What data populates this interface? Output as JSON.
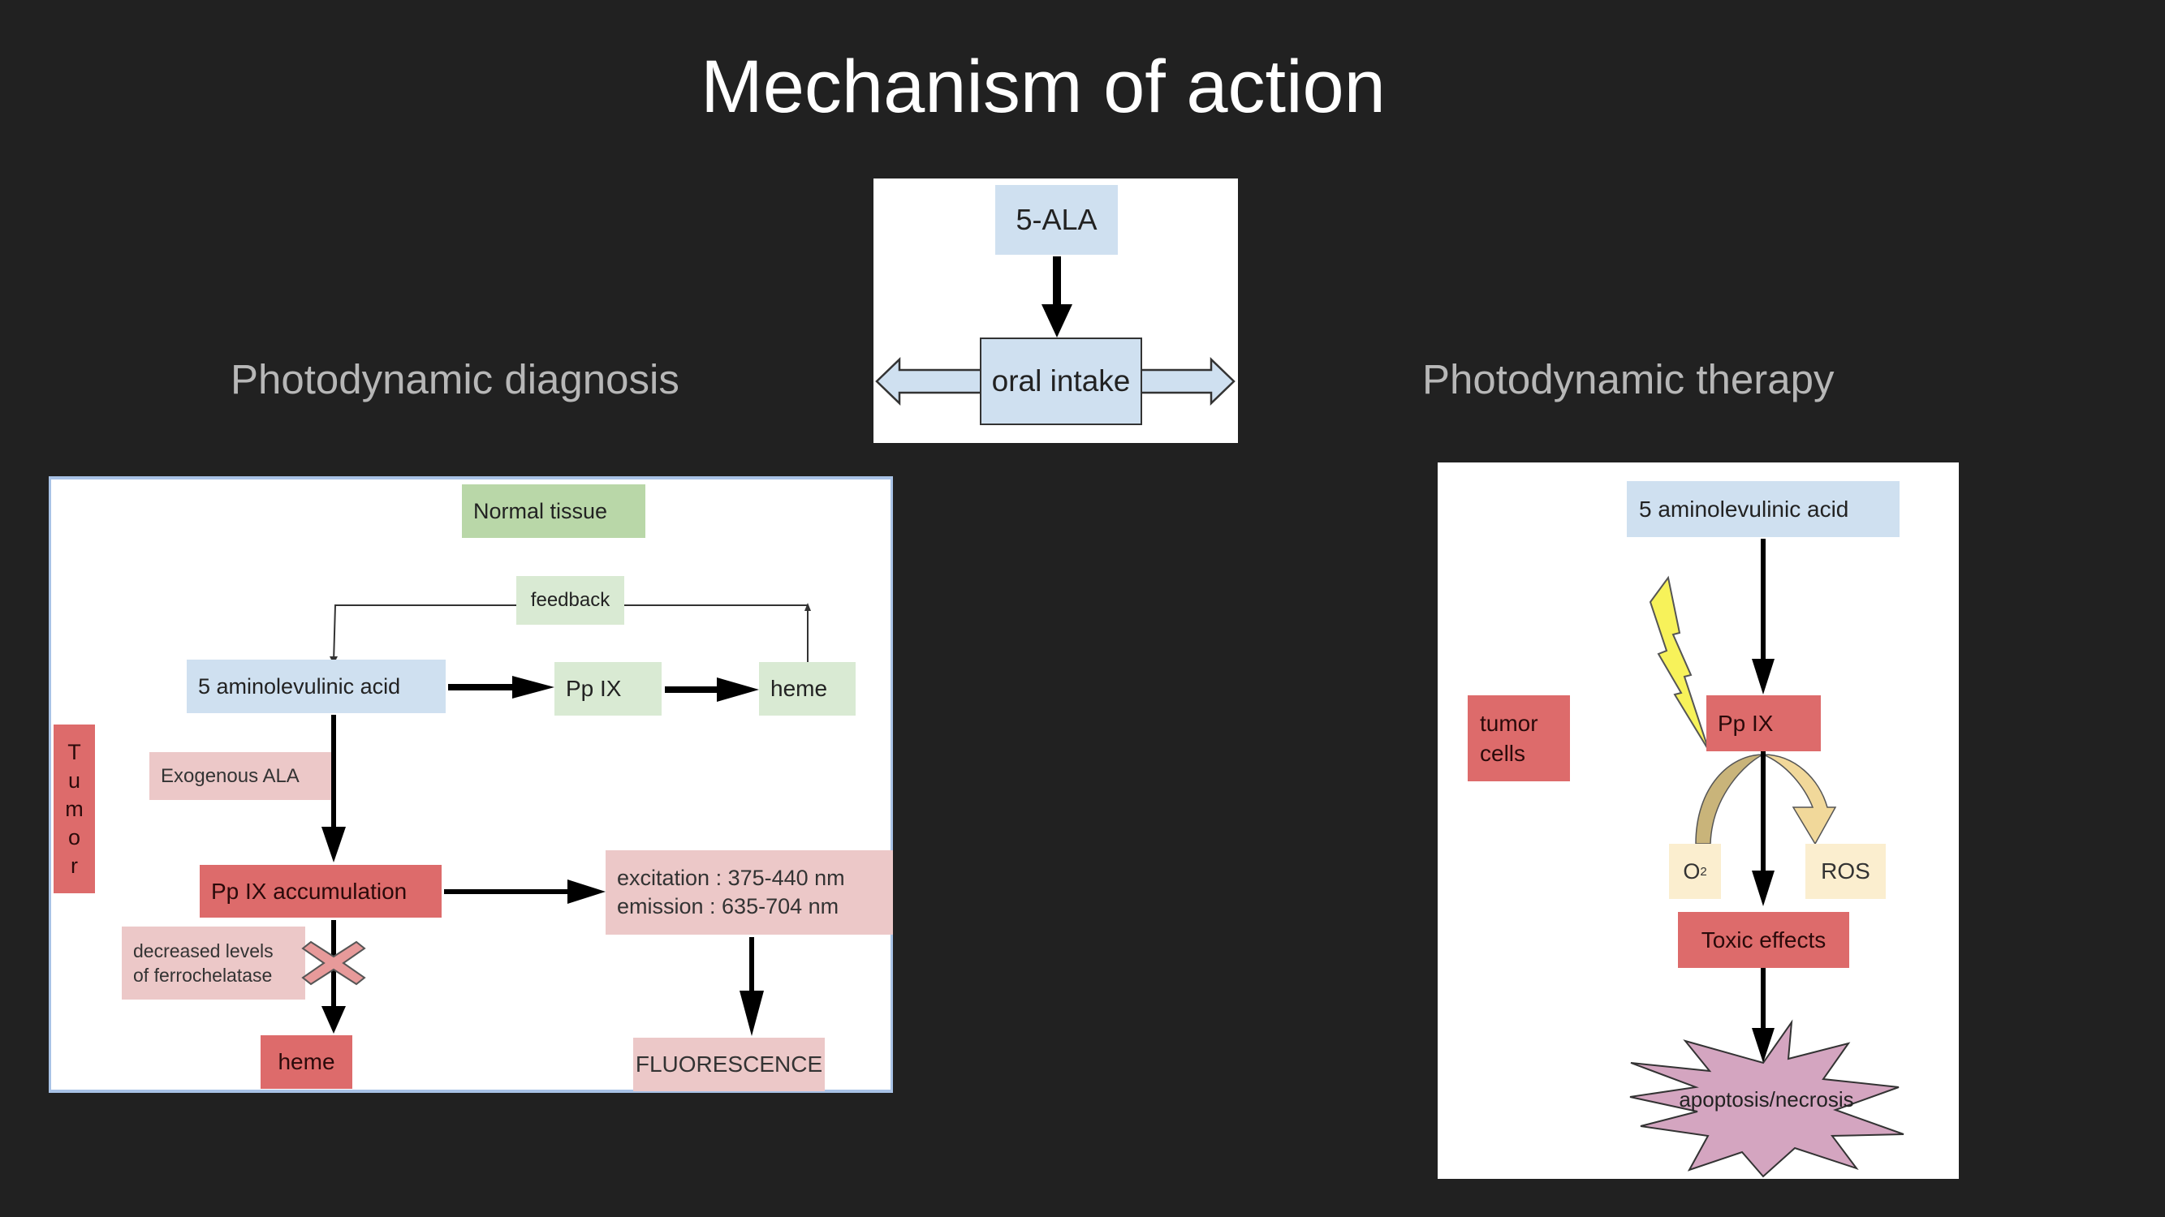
{
  "slide": {
    "title": "Mechanism of action",
    "background": "#212121"
  },
  "sections": {
    "diagnosis_label": "Photodynamic diagnosis",
    "therapy_label": "Photodynamic therapy"
  },
  "center_diagram": {
    "top_box": "5-ALA",
    "main_box": "oral intake"
  },
  "diagnosis_diagram": {
    "normal_tissue_label": "Normal tissue",
    "feedback_label": "feedback",
    "ala_box": "5 aminolevulinic acid",
    "ppix_box": "Pp IX",
    "heme_normal_box": "heme",
    "tumor_label": "Tumor",
    "tumor_letters": [
      "T",
      "u",
      "m",
      "o",
      "r"
    ],
    "exogenous_box": "Exogenous ALA",
    "accumulation_box": "Pp IX accumulation",
    "spectra_box": {
      "line1": "excitation : 375-440 nm",
      "line2": "emission : 635-704 nm"
    },
    "ferrochelatase_box": {
      "line1": "decreased levels",
      "line2": "of  ferrochelatase"
    },
    "heme_tumor_box": "heme",
    "fluorescence_box": "FLUORESCENCE"
  },
  "therapy_diagram": {
    "ala_box": "5 aminolevulinic acid",
    "tumor_cells_box": {
      "line1": "tumor",
      "line2": "cells"
    },
    "ppix_box": "Pp IX",
    "oxygen_box": "O",
    "oxygen_subscript": "2",
    "ros_box": "ROS",
    "toxic_box": "Toxic effects",
    "outcome_burst": "apoptosis/necrosis"
  },
  "colors": {
    "blue_box": "#cfe0f0",
    "green_box": "#d9ead3",
    "normal_tissue": "#b9d7a8",
    "red_box": "#dd6b6b",
    "pink_box": "#ecc8c8",
    "cream_box": "#fbeecf",
    "burst": "#d4a5c0",
    "lightning": "#f7f25a"
  }
}
